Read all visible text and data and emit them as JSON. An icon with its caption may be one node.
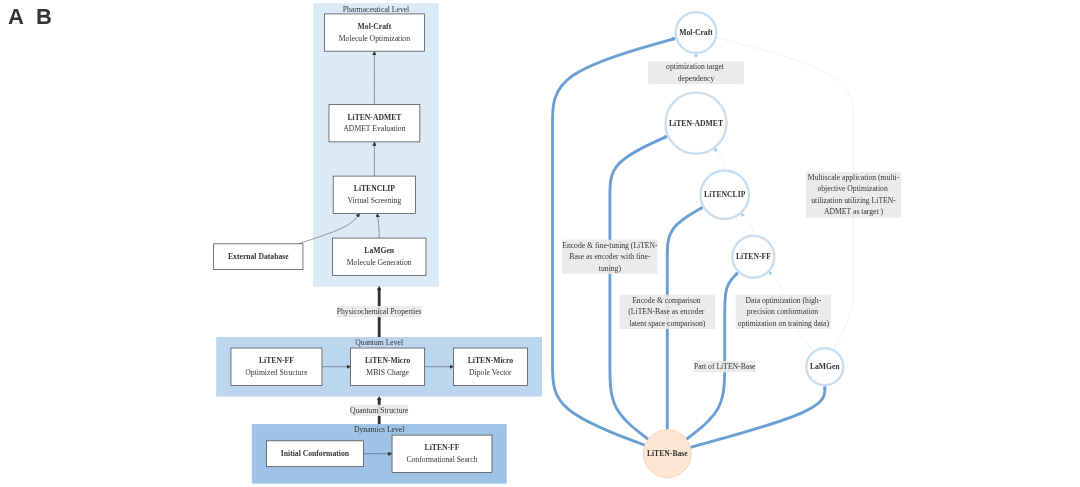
{
  "diagram": {
    "nodes": [
      {
        "text": [
          "Pharmaceutical Level"
        ]
      },
      {
        "text": [
          "External Database"
        ]
      },
      {
        "text": [
          "LaMGen",
          "Molecule Generation"
        ],
        "in": 0
      },
      {
        "text": [
          "LiTENCLIP",
          "Virtual Screening"
        ],
        "in": 0
      },
      {
        "text": [
          "LiTEN-ADMET",
          "ADMET Evaluation"
        ],
        "in": 0
      },
      {
        "text": [
          "Mol-Craft",
          "Molecule Optimization"
        ],
        "in": 0
      },
      {
        "text": [
          "Quantum Level"
        ]
      },
      {
        "text": [
          "LiTEN-FF",
          "Optimized Structure"
        ],
        "in": 6
      },
      {
        "text": [
          "LiTEN-Micro",
          "MBIS Charge"
        ],
        "in": 6
      },
      {
        "text": [
          "LiTEN-Micro",
          "Dipole Vector"
        ],
        "in": 6
      },
      {
        "text": [
          "Dynamics Level"
        ]
      },
      {
        "text": [
          "Initial Conformation"
        ],
        "in": 10
      },
      {
        "text": [
          "LiTEN-FF",
          "Conformational Search"
        ],
        "in": 10
      },
      {
        "text": [
          "LiTEN-Base"
        ]
      },
      {
        "text": [
          "LaMGen"
        ]
      },
      {
        "text": [
          "LiTEN-FF"
        ]
      },
      {
        "text": [
          "LiTENCLIP"
        ]
      },
      {
        "text": [
          "LiTEN-ADMET"
        ]
      },
      {
        "text": [
          "Mol-Craft"
        ]
      }
    ],
    "edges": [
      {
        "from": 1,
        "to": 3,
        "arrow": "to"
      },
      {
        "from": 2,
        "to": 3,
        "arrow": "to"
      },
      {
        "from": 3,
        "to": 4,
        "arrow": "to"
      },
      {
        "from": 4,
        "to": 5,
        "arrow": "to"
      },
      {
        "from": 6,
        "to": 0,
        "arrow": "to",
        "label": "Physicochemical Properties",
        "style": "thick"
      },
      {
        "from": 7,
        "to": 8,
        "arrow": "to"
      },
      {
        "from": 8,
        "to": 9,
        "arrow": "to"
      },
      {
        "from": 10,
        "to": 6,
        "arrow": "to",
        "label": "Quantum Structure",
        "style": "thick"
      },
      {
        "from": 11,
        "to": 12,
        "arrow": "to"
      },
      {
        "from": 13,
        "to": 14,
        "arrow": "to",
        "style": "thick",
        "color": "#6a9fd4"
      },
      {
        "from": 13,
        "to": 15,
        "arrow": "to",
        "label": "Part of LiTEN-Base",
        "style": "thick",
        "color": "#6a9fd4"
      },
      {
        "from": 13,
        "to": 16,
        "arrow": "to",
        "label": "Encode & comparison (LiTEN-Base as encoder latent space comparison)",
        "style": "thick",
        "color": "#6a9fd4"
      },
      {
        "from": 13,
        "to": 17,
        "arrow": "to",
        "label": "Encode & fine-tuning (LiTEN-Base as encoder with fine-tuning)",
        "style": "thick",
        "color": "#6a9fd4"
      },
      {
        "from": 13,
        "to": 18,
        "arrow": "to",
        "style": "thick",
        "color": "#6a9fd4"
      },
      {
        "from": 18,
        "to": 14,
        "arrow": "none",
        "label": "Multiscale application (multi-objective Optimization utilization utilizing LiTEN-ADMET as target )",
        "style": "dashed",
        "color": "#a9cce9"
      },
      {
        "from": 14,
        "to": 15,
        "arrow": "to",
        "label": "Data optimization (high-precision conformation optimization on training data)",
        "style": "dashed",
        "color": "#a9cce9"
      },
      {
        "from": 15,
        "to": 16,
        "arrow": "to",
        "style": "dashed",
        "color": "#a9cce9"
      },
      {
        "from": 16,
        "to": 17,
        "arrow": "to",
        "style": "dashed",
        "color": "#a9cce9"
      },
      {
        "from": 17,
        "to": 18,
        "arrow": "to",
        "label": "optimization target dependency",
        "style": "dashed",
        "color": "#a9cce9"
      }
    ],
    "labels": [
      "A",
      "B"
    ]
  }
}
